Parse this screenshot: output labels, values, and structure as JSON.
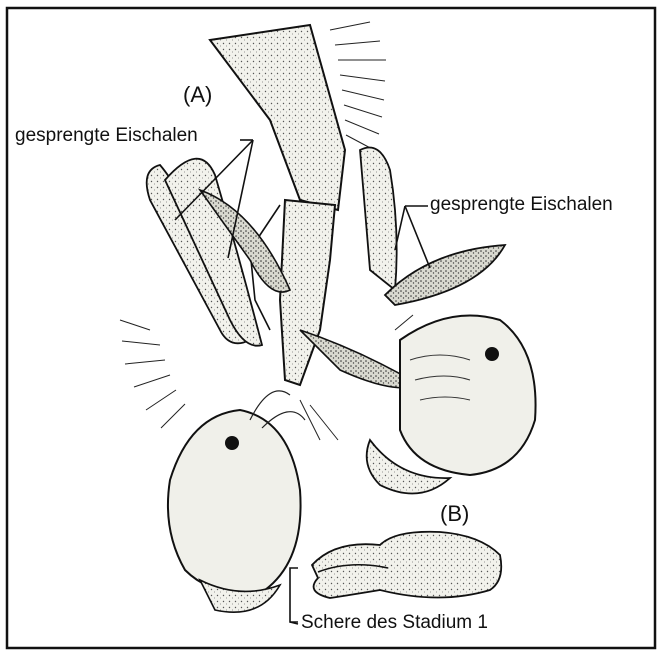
{
  "figure": {
    "panel_a_label": "(A)",
    "panel_b_label": "(B)",
    "label_eggshells_left": "gesprengte Eischalen",
    "label_eggshells_right": "gesprengte Eischalen",
    "label_claw_stage": "Schere des Stadium 1"
  },
  "colors": {
    "ink": "#111111",
    "background": "#ffffff",
    "fill_light": "#efefe9",
    "fill_mid": "#cfcfc6"
  }
}
